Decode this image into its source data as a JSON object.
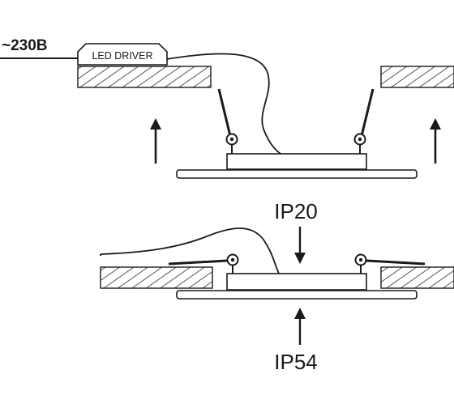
{
  "labels": {
    "voltage": "~230B",
    "driver": "LED DRIVER",
    "ip_top": "IP20",
    "ip_bottom": "IP54"
  }
}
